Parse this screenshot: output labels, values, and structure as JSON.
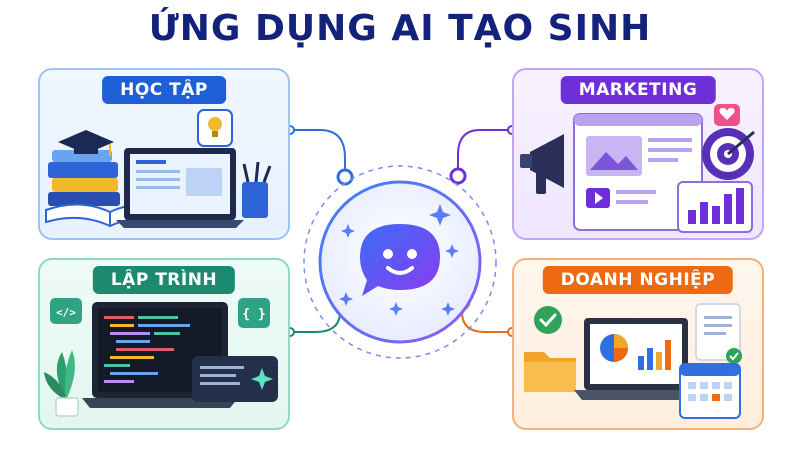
{
  "title": "ỨNG DỤNG AI TẠO SINH",
  "panels": {
    "hoc_tap": {
      "label": "HỌC TẬP",
      "color": "#1e5fd6"
    },
    "marketing": {
      "label": "MARKETING",
      "color": "#6f2fd8"
    },
    "lap_trinh": {
      "label": "LẬP TRÌNH",
      "color": "#1c8a70"
    },
    "doanh_nghiep": {
      "label": "DOANH NGHIỆP",
      "color": "#ee6a12"
    }
  },
  "center_icon": "ai-chat-bubble-icon",
  "colors": {
    "title": "#13227a",
    "hub": "#4f46e5"
  },
  "code_badges": {
    "html_tag": "</>",
    "braces": "{ }"
  }
}
